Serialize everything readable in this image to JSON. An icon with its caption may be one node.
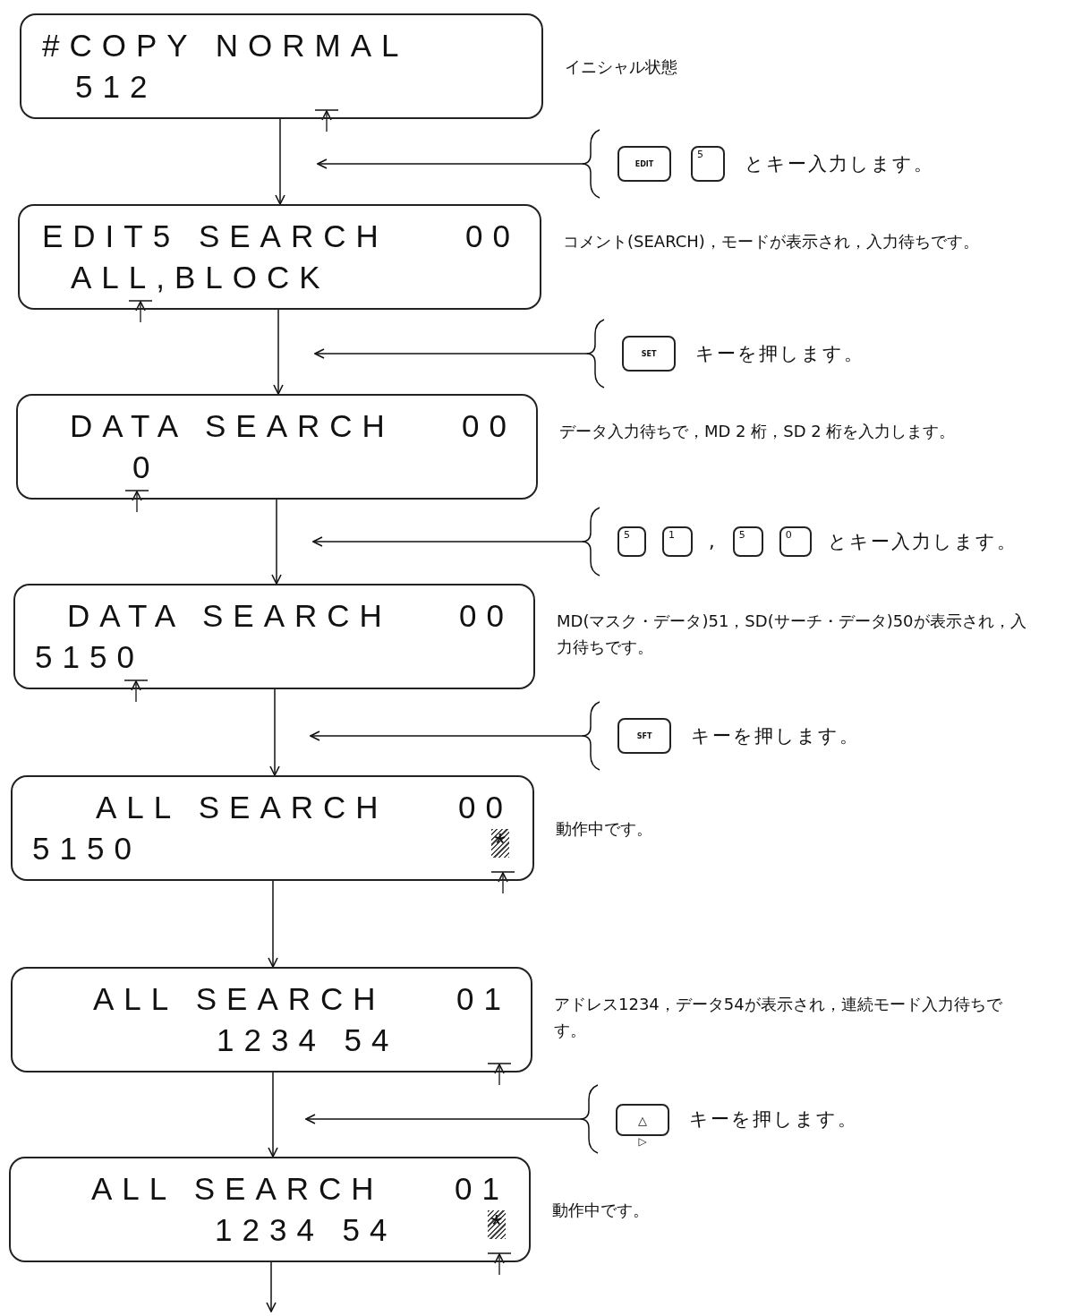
{
  "diagram": {
    "nodes": [
      {
        "text": [
          "#COPY NORMAL",
          "512"
        ],
        "beside": [
          "イニシャル状態"
        ]
      },
      {
        "text": [
          "とキー入力します。"
        ]
      },
      {
        "text": [
          "EDIT"
        ],
        "in": 1
      },
      {
        "text": [
          "5"
        ],
        "in": 1
      },
      {
        "text": [
          "EDIT5 SEARCH",
          "00",
          "ALL,BLOCK"
        ],
        "beside": [
          "コメント(SEARCH)，モードが表示され，入力待ちです。"
        ]
      },
      {
        "text": [
          "キーを押します。"
        ]
      },
      {
        "text": [
          "SET"
        ],
        "in": 5
      },
      {
        "text": [
          "DATA SEARCH",
          "00",
          "0"
        ],
        "beside": [
          "データ入力待ちで，MD 2 桁，SD 2 桁を入力します。"
        ]
      },
      {
        "text": [
          ",",
          "とキー入力します。"
        ]
      },
      {
        "text": [
          "5"
        ],
        "in": 8
      },
      {
        "text": [
          "1"
        ],
        "in": 8
      },
      {
        "text": [
          "5"
        ],
        "in": 8
      },
      {
        "text": [
          "0"
        ],
        "in": 8
      },
      {
        "text": [
          "DATA SEARCH",
          "00",
          "5150"
        ],
        "beside": [
          "MD(マスク・データ)51，SD(サーチ・データ)50が表示され，入力待ちです。"
        ]
      },
      {
        "text": [
          "キーを押します。"
        ]
      },
      {
        "text": [
          "SFT"
        ],
        "in": 14
      },
      {
        "text": [
          "ALL SEARCH",
          "00",
          "5150",
          "*"
        ],
        "beside": [
          "動作中です。"
        ]
      },
      {
        "text": [
          "ALL SEARCH",
          "01",
          "1234 54"
        ],
        "beside": [
          "アドレス1234，データ54が表示され，連続モード入力待ちです。"
        ]
      },
      {
        "text": [
          "キーを押します。"
        ]
      },
      {
        "text": [
          "△",
          "▷"
        ],
        "in": 18
      },
      {
        "text": [
          "ALL SEARCH",
          "01",
          "1234 54",
          "*"
        ],
        "beside": [
          "動作中です。"
        ]
      }
    ],
    "edges": [
      {
        "from": 0,
        "to": 4,
        "arrow": "to"
      },
      {
        "from": 1,
        "to": null,
        "arrow": "to"
      },
      {
        "from": 4,
        "to": 7,
        "arrow": "to"
      },
      {
        "from": 5,
        "to": null,
        "arrow": "to"
      },
      {
        "from": 7,
        "to": 13,
        "arrow": "to"
      },
      {
        "from": 8,
        "to": null,
        "arrow": "to"
      },
      {
        "from": 13,
        "to": 16,
        "arrow": "to"
      },
      {
        "from": 14,
        "to": null,
        "arrow": "to"
      },
      {
        "from": 16,
        "to": 17,
        "arrow": "to"
      },
      {
        "from": 17,
        "to": 20,
        "arrow": "to"
      },
      {
        "from": 18,
        "to": null,
        "arrow": "to"
      },
      {
        "from": 20,
        "to": null,
        "arrow": "to"
      }
    ]
  }
}
